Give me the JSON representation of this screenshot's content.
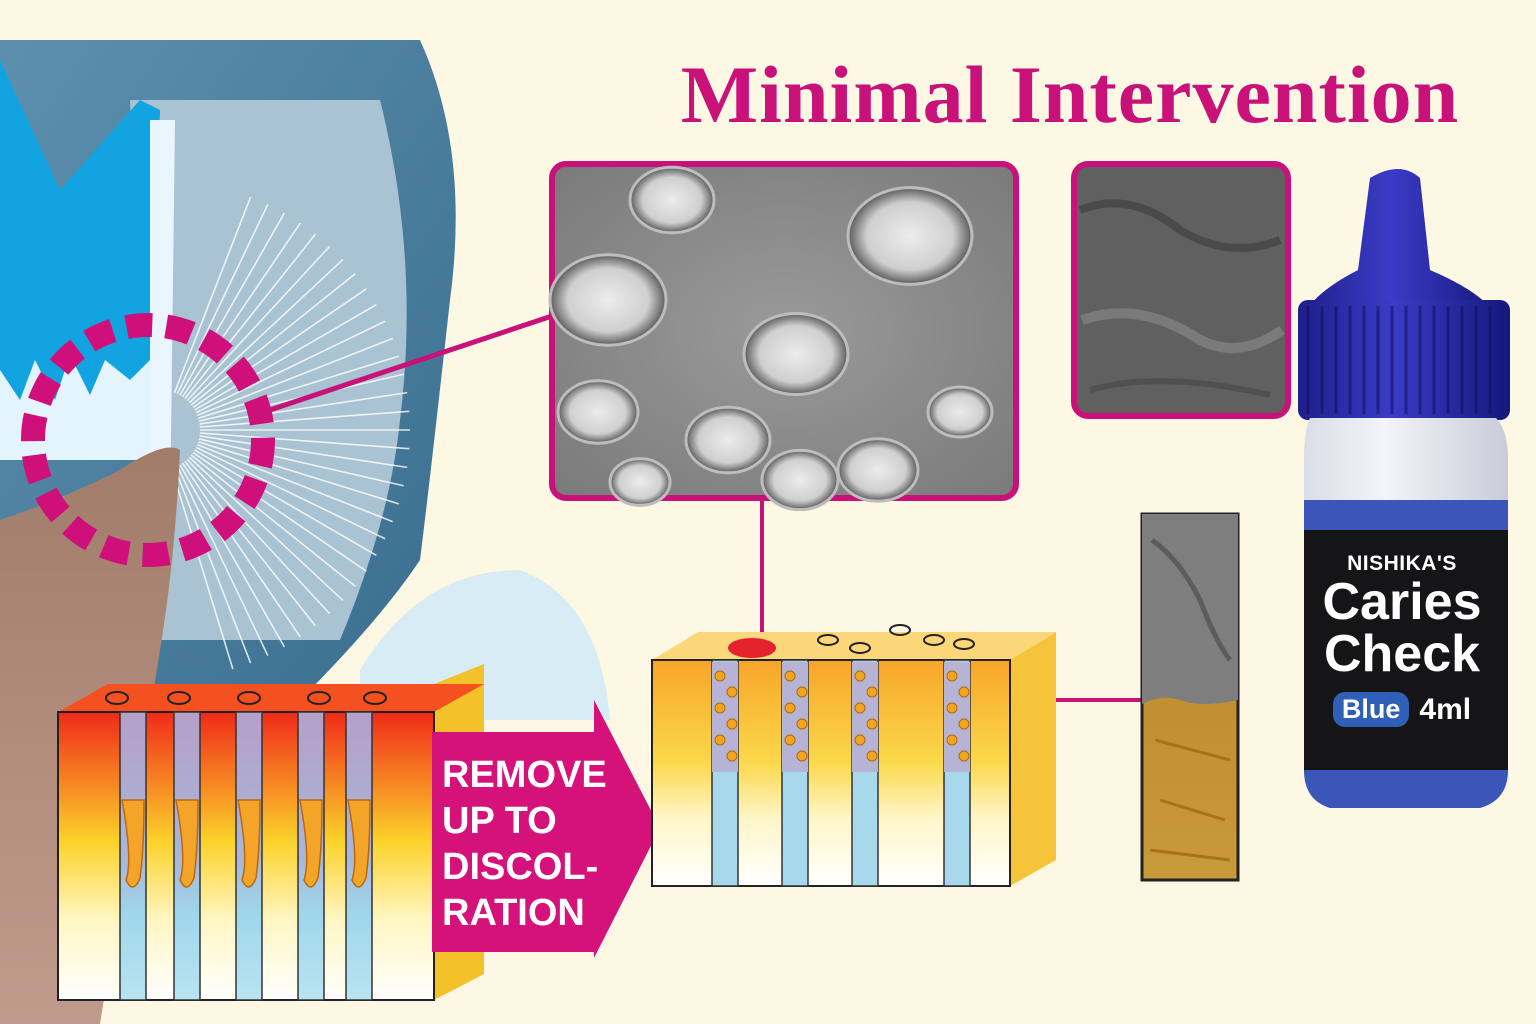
{
  "title": "Minimal Intervention",
  "arrow_label": [
    "REMOVE",
    "UP TO",
    "DISCOL-",
    "RATION"
  ],
  "bottle": {
    "brand": "NISHIKA'S",
    "product_lines": [
      "Caries",
      "Check"
    ],
    "variant": "Blue",
    "volume": "4ml"
  },
  "colors": {
    "accent": "#c8127a",
    "background": "#fdf8e4",
    "cap": "#2a2ba8",
    "dentin_gradient": [
      "#f02a1a",
      "#fbd22a",
      "#ffffff"
    ],
    "tubule": "#9fd6ea"
  },
  "icons": [
    "tooth-cross-section",
    "dashed-highlight-circle",
    "sem-micrograph",
    "dye-bottle",
    "arrow-right"
  ]
}
